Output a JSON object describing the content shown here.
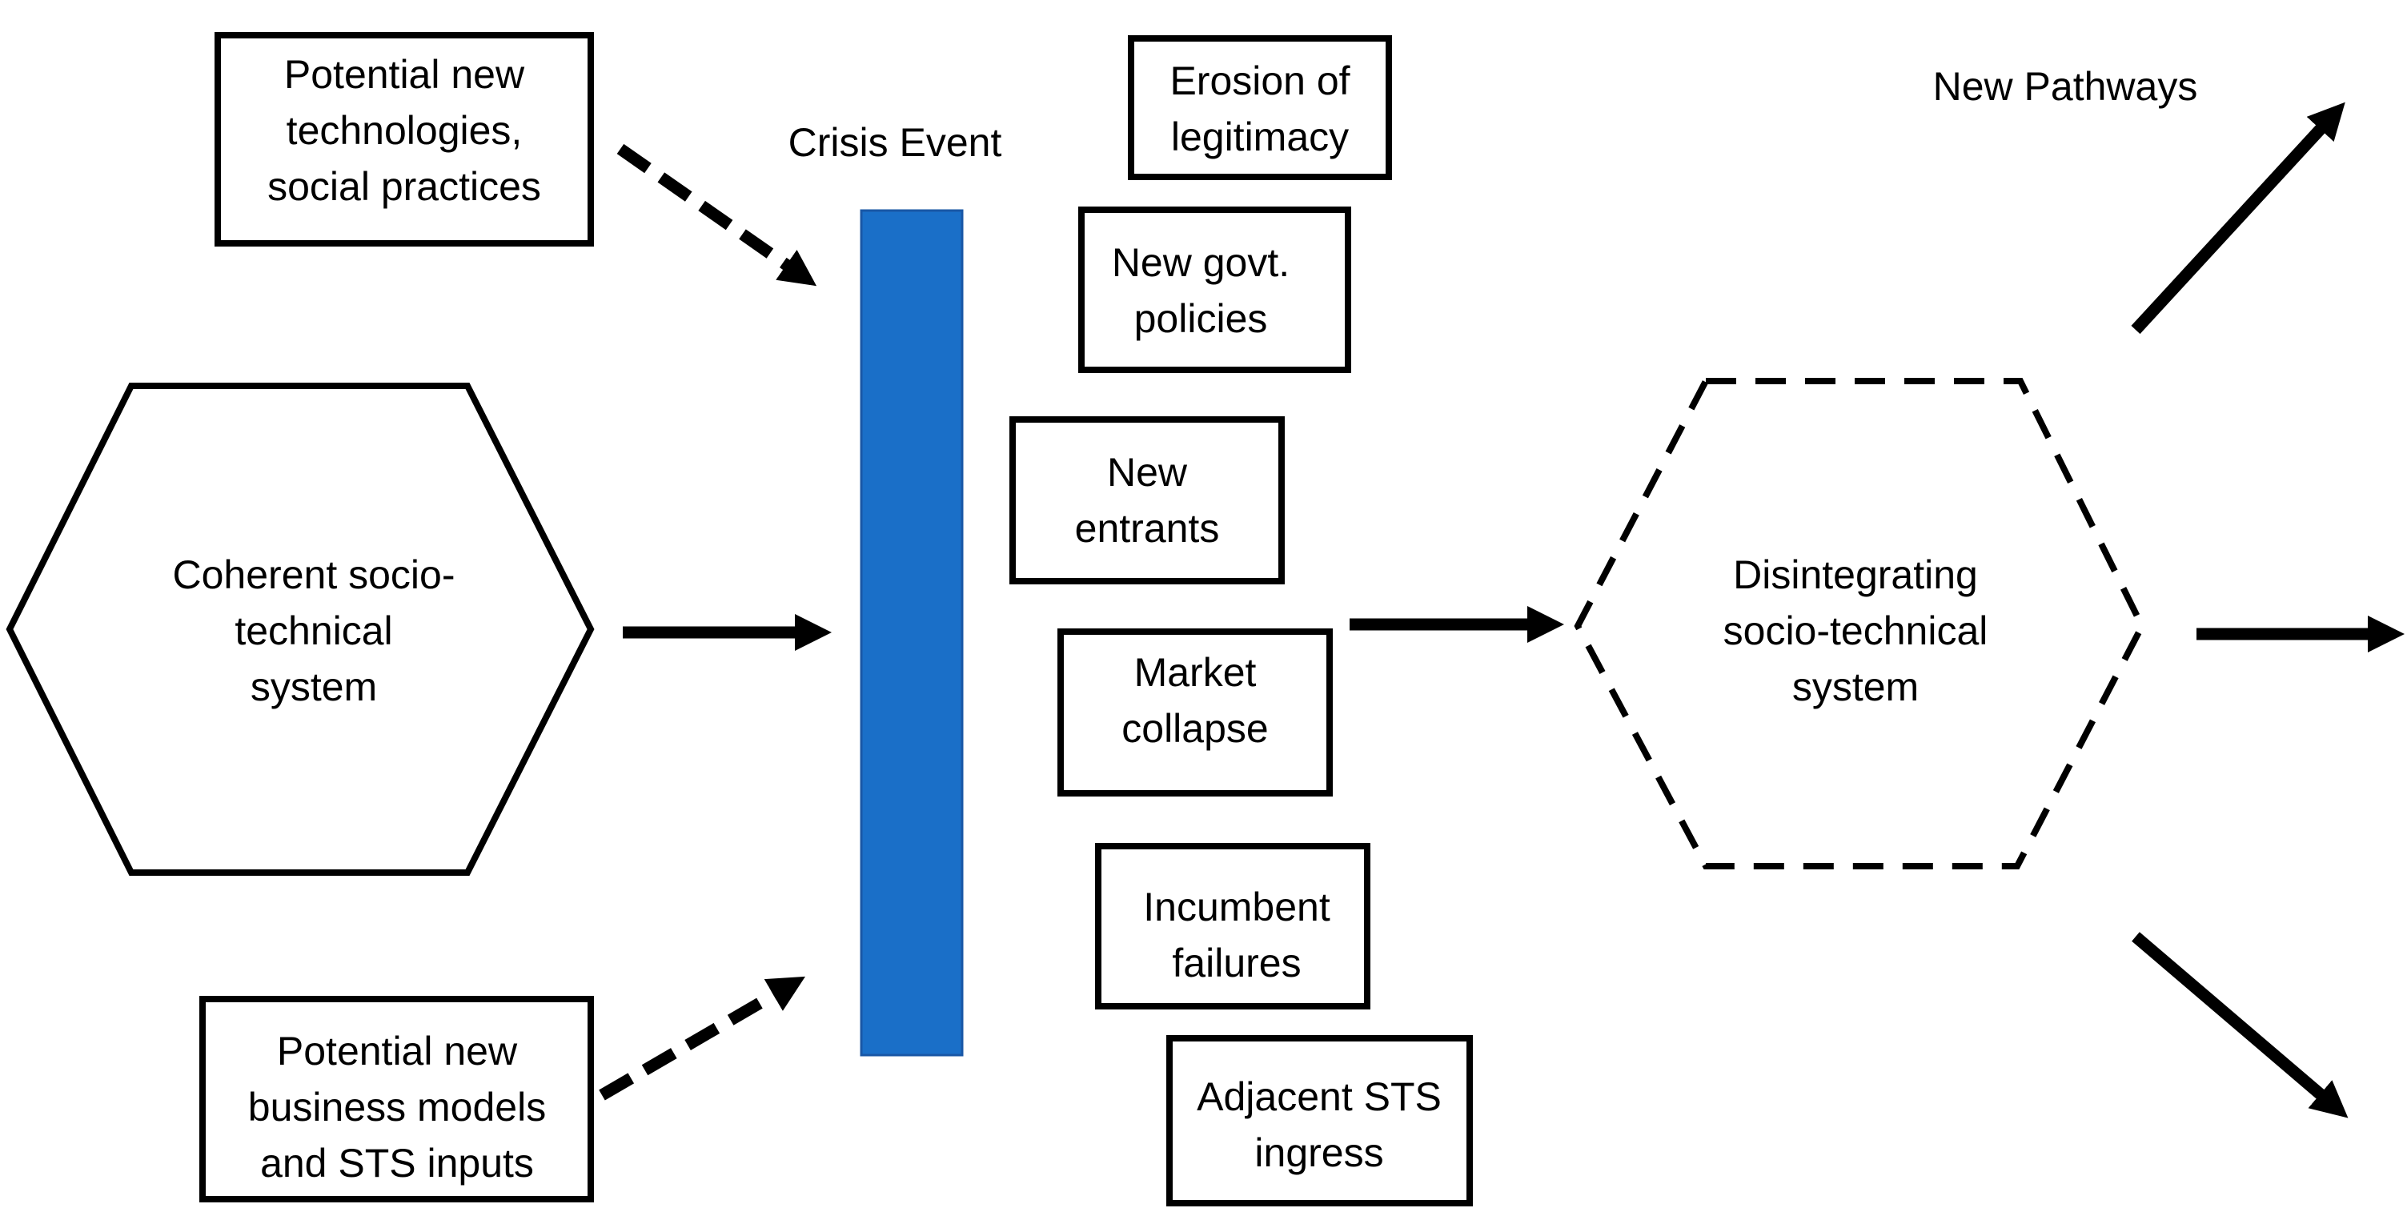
{
  "colors": {
    "crisis_bar_fill": "#1a6fc8",
    "crisis_bar_stroke": "#1957a6",
    "ink": "#000000",
    "background": "#ffffff"
  },
  "diagram": {
    "crisis_event_label": "Crisis Event",
    "new_pathways_label": "New Pathways",
    "coherent_system": [
      "Coherent socio-",
      "technical",
      "system"
    ],
    "disintegrating_system": [
      "Disintegrating",
      "socio-technical",
      "system"
    ],
    "input_top": [
      "Potential new",
      "technologies,",
      "social practices"
    ],
    "input_bottom": [
      "Potential new",
      "business models",
      "and STS inputs"
    ],
    "effects": {
      "erosion": [
        "Erosion of",
        "legitimacy"
      ],
      "policies": [
        "New govt.",
        "policies"
      ],
      "entrants": [
        "New",
        "entrants"
      ],
      "market": [
        "Market",
        "collapse"
      ],
      "incumbent": [
        "Incumbent",
        "failures"
      ],
      "adjacent": [
        "Adjacent STS",
        "ingress"
      ]
    }
  }
}
